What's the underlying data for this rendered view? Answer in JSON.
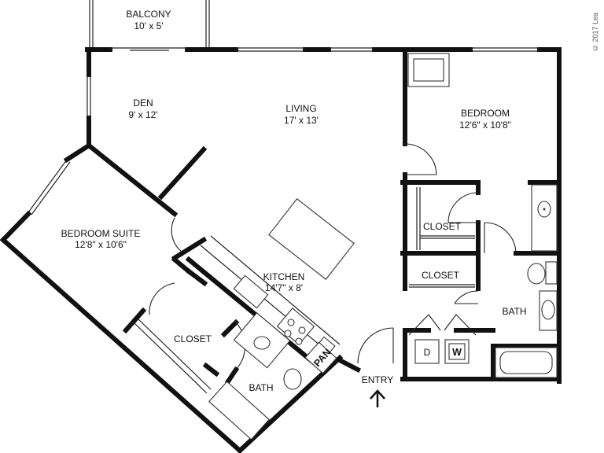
{
  "rooms": {
    "balcony": {
      "name": "BALCONY",
      "size": "10' x 5'"
    },
    "den": {
      "name": "DEN",
      "size": "9' x 12'"
    },
    "living": {
      "name": "LIVING",
      "size": "17' x 13'"
    },
    "bedroom": {
      "name": "BEDROOM",
      "size": "12'6\" x 10'8\""
    },
    "bedroom_suite": {
      "name": "BEDROOM SUITE",
      "size": "12'8\" x 10'6\""
    },
    "kitchen": {
      "name": "KITCHEN",
      "size": "14'7\" x 8'"
    },
    "closet_bedroom": {
      "name": "CLOSET"
    },
    "closet_hall": {
      "name": "CLOSET"
    },
    "closet_suite": {
      "name": "CLOSET"
    },
    "bath_right": {
      "name": "BATH"
    },
    "bath_suite": {
      "name": "BATH"
    },
    "pantry": {
      "name": "PAN"
    },
    "entry": {
      "name": "ENTRY"
    }
  },
  "appliances": {
    "dryer": "D",
    "washer": "W"
  },
  "copyright": "© 2017 Lea",
  "icons": {
    "entry_arrow": "up-arrow-icon"
  }
}
